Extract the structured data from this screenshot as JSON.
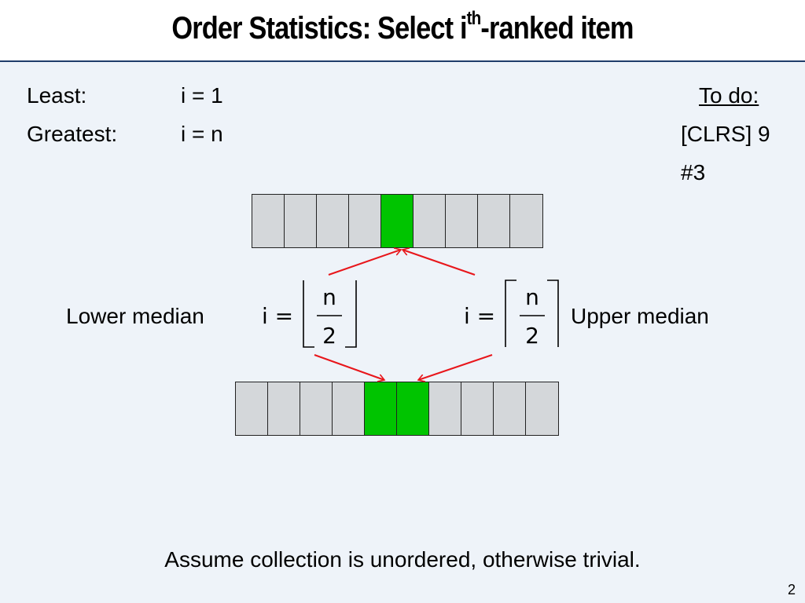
{
  "slide": {
    "title_main": "Order Statistics: Select i",
    "title_sup": "th",
    "title_rest": "-ranked item",
    "least_label": "Least:",
    "least_value": "i = 1",
    "greatest_label": "Greatest:",
    "greatest_value": "i = n",
    "todo_heading": "To do:",
    "todo_line1": "[CLRS] 9",
    "todo_line2": "#3",
    "lower_median_label": "Lower median",
    "upper_median_label": "Upper median",
    "formula_lhs": "i =",
    "formula_numerator": "n",
    "formula_denominator": "2",
    "footer_note": "Assume collection is unordered, otherwise trivial.",
    "page_number": "2"
  },
  "colors": {
    "highlight": "#00c400",
    "cell": "#d4d7da",
    "arrow": "#e8161b",
    "title_rule": "#1f3d6b"
  },
  "arrays": {
    "odd": {
      "cells": 9,
      "highlighted": [
        4
      ]
    },
    "even": {
      "cells": 10,
      "highlighted": [
        4,
        5
      ]
    }
  }
}
